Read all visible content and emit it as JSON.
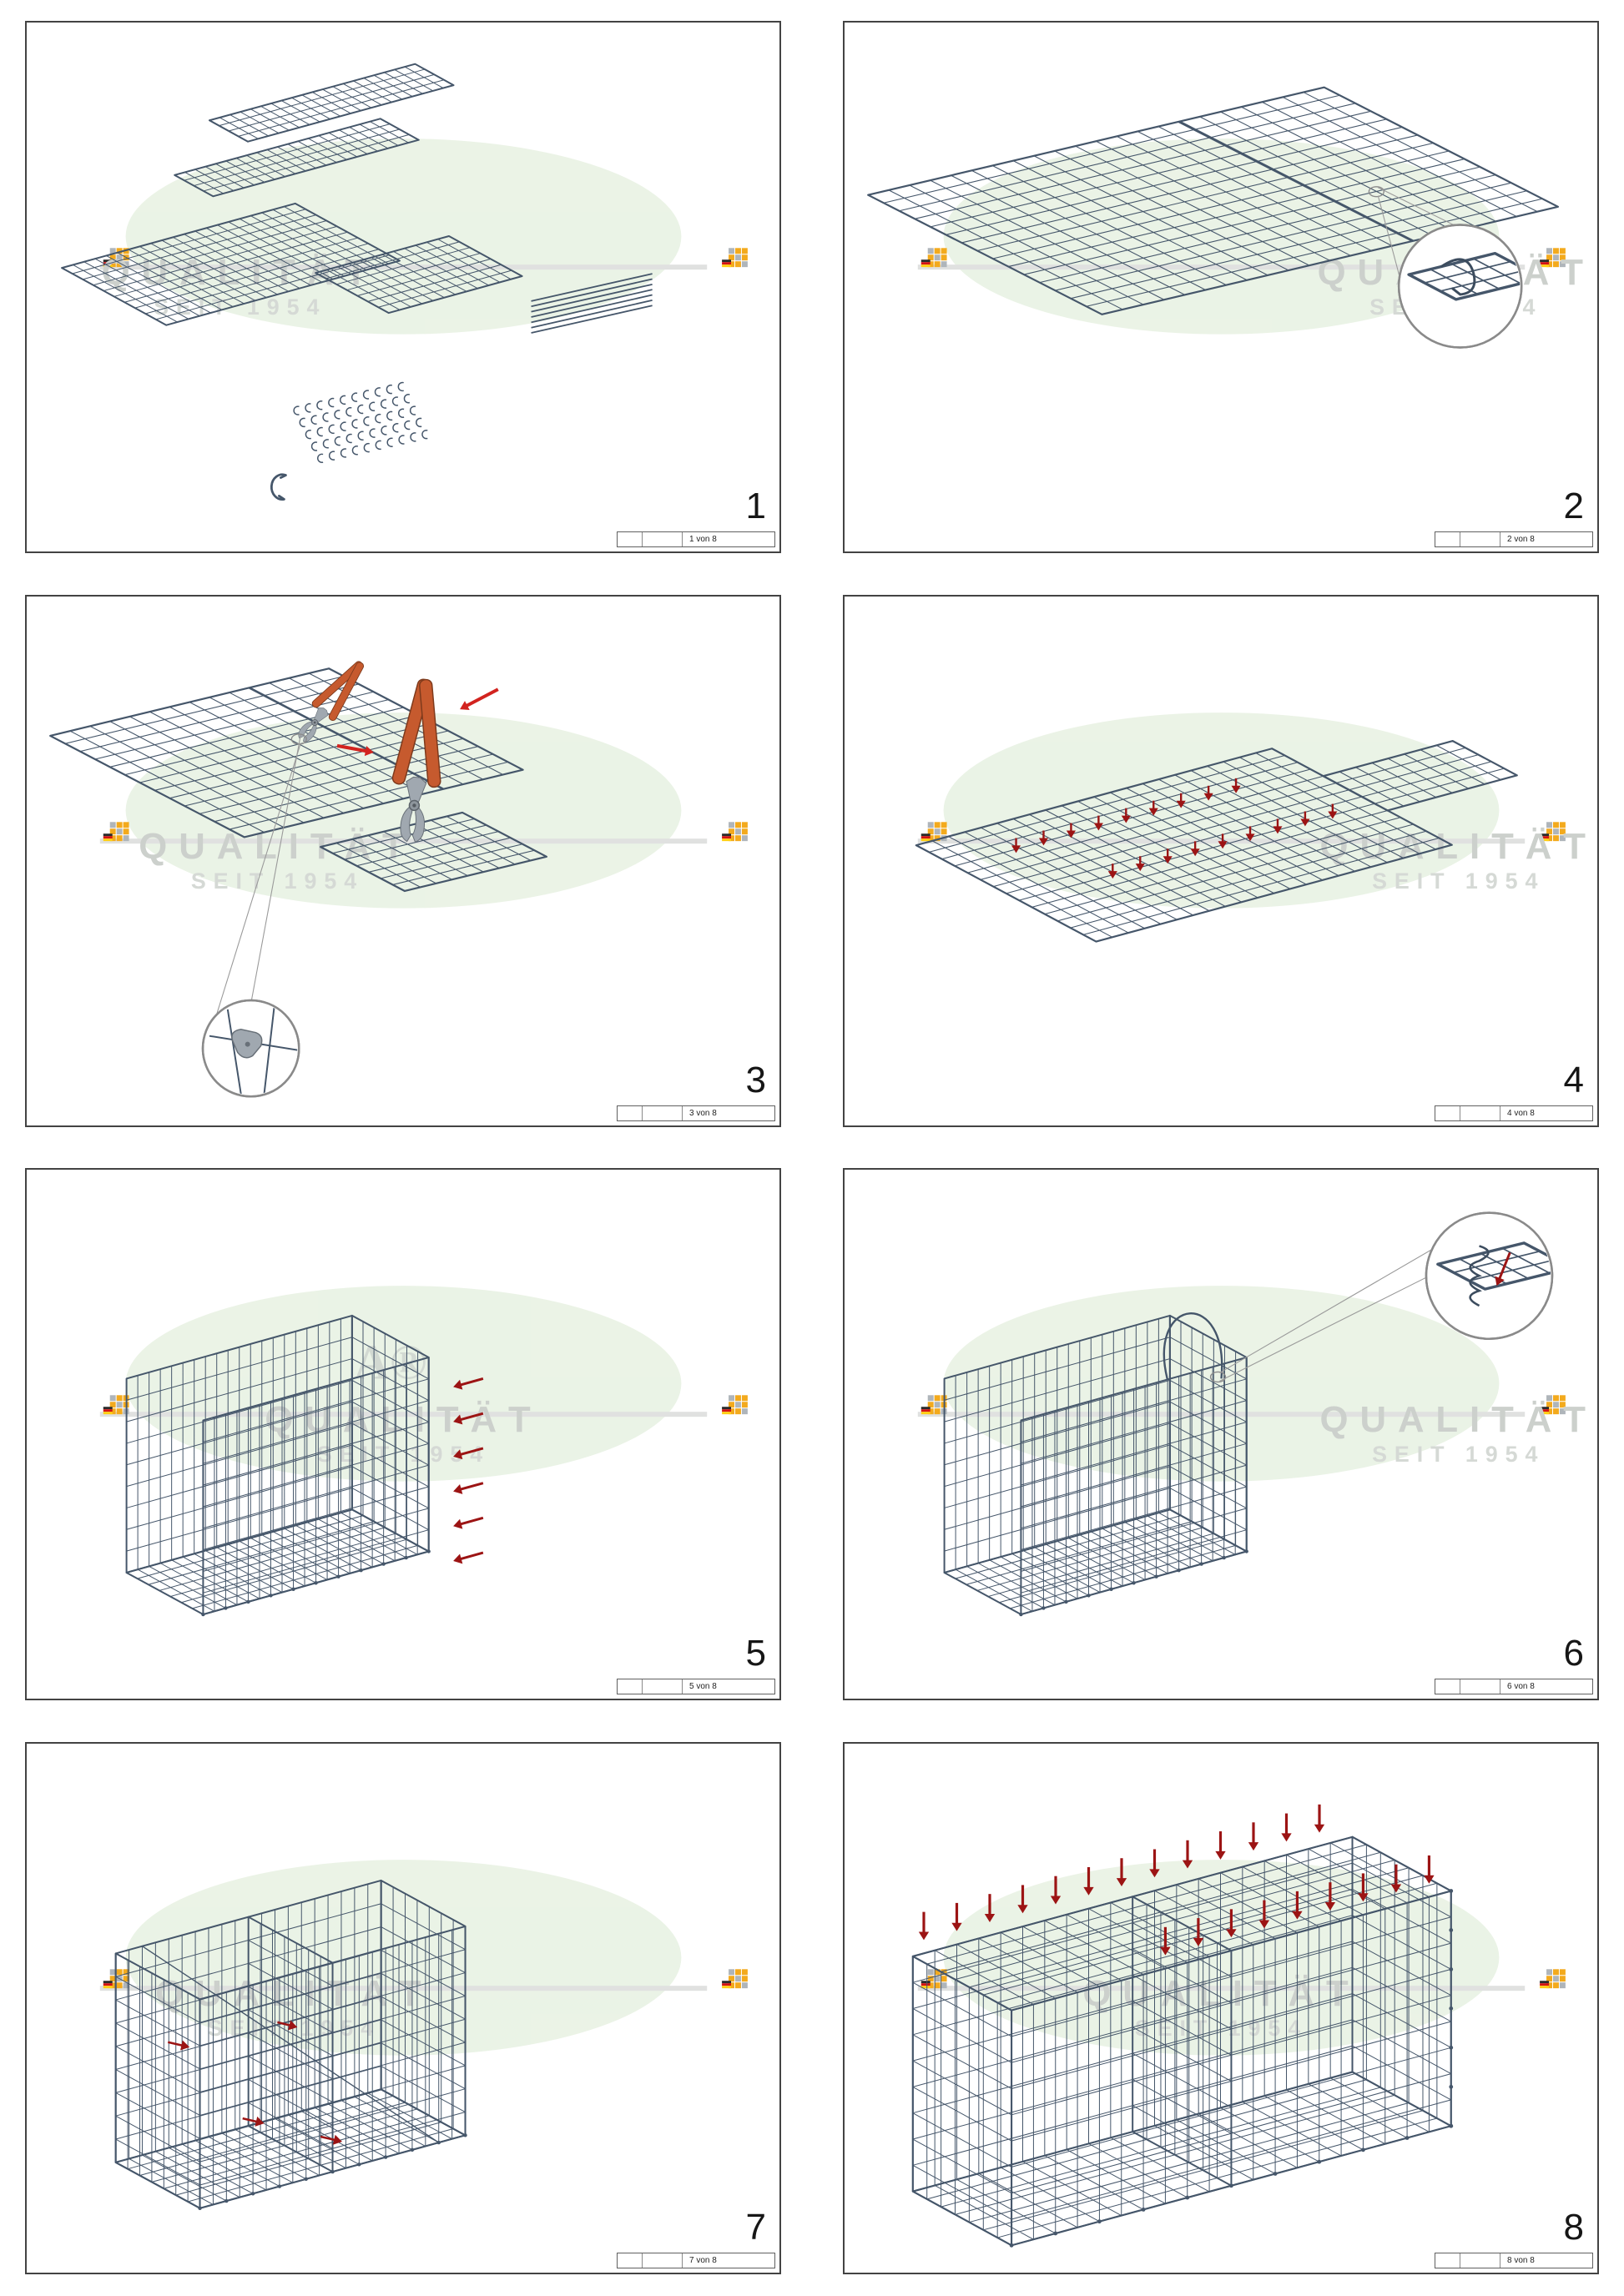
{
  "document": {
    "type": "assembly-instructions"
  },
  "watermark": {
    "brand_line": "QUALITÄT",
    "subline": "SEIT 1954",
    "ellipse_color": "#e9f2e4",
    "line_color": "#dedfde",
    "text_color": "#c8cdc8",
    "subtext_color": "#d2d6d2",
    "logo_orange": "#f2a30a",
    "logo_gray": "#a9afb5",
    "flag_colors": [
      "#1a1a1a",
      "#d00000",
      "#ffcc00"
    ]
  },
  "colors": {
    "mesh": "#45566a",
    "arrow_dark": "#9c1414",
    "arrow_bright": "#d2231f",
    "tool_handle": "#c65a2e",
    "tool_handle_dark": "#7e3a1c",
    "tool_metal": "#a0a8b0",
    "tool_metal_dark": "#687078",
    "magnifier_ring": "#8a8a8a"
  },
  "panels": [
    {
      "step": "1",
      "page_label": "1 von 8",
      "scene": "parts-overview"
    },
    {
      "step": "2",
      "page_label": "2 von 8",
      "scene": "mesh-joint-detail"
    },
    {
      "step": "3",
      "page_label": "3 von 8",
      "scene": "cutting-pliers"
    },
    {
      "step": "4",
      "page_label": "4 von 8",
      "scene": "fold-line-arrows"
    },
    {
      "step": "5",
      "page_label": "5 von 8",
      "scene": "walls-upright",
      "watermark_fragment": "A®"
    },
    {
      "step": "6",
      "page_label": "6 von 8",
      "scene": "spiral-connection"
    },
    {
      "step": "7",
      "page_label": "7 von 8",
      "scene": "inner-partitions"
    },
    {
      "step": "8",
      "page_label": "8 von 8",
      "scene": "lid-closing"
    }
  ]
}
